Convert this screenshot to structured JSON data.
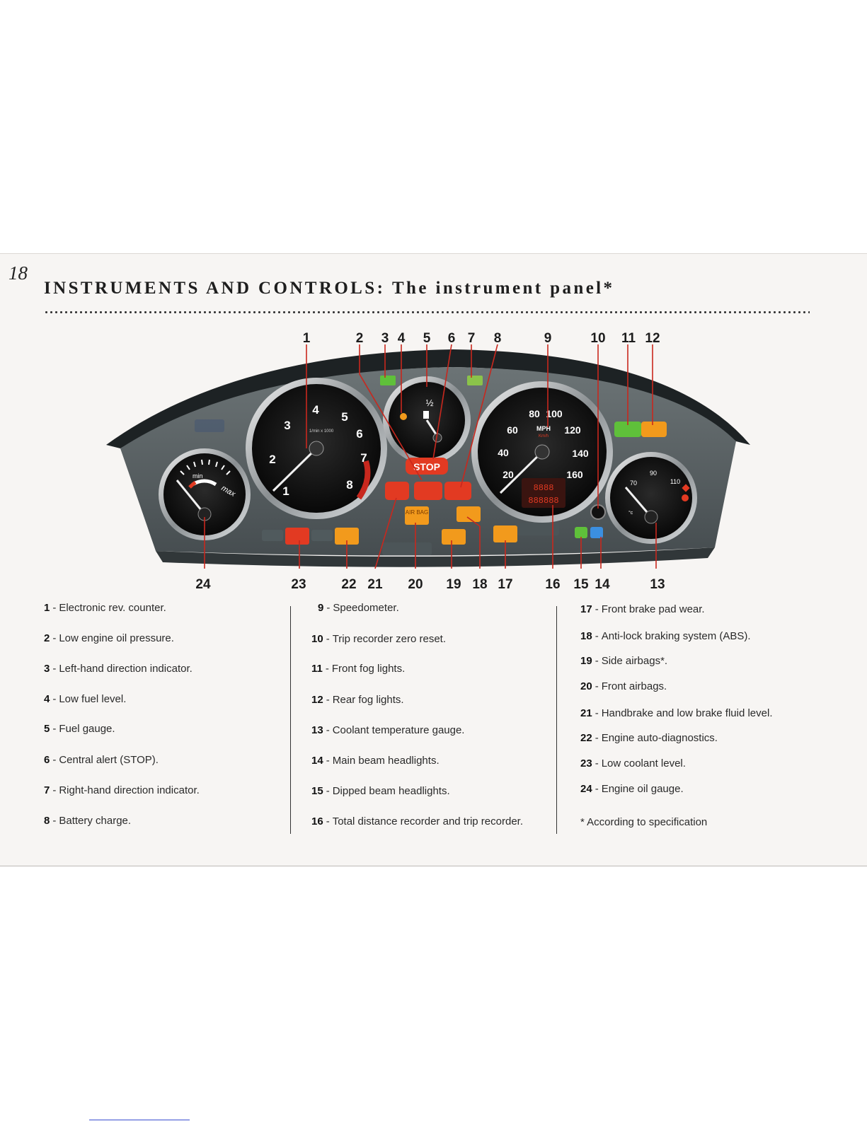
{
  "page": {
    "number": "18",
    "title_bold": "INSTRUMENTS AND CONTROLS:",
    "title_rest": "The instrument panel*"
  },
  "callouts": {
    "top": [
      "1",
      "2",
      "3",
      "4",
      "5",
      "6",
      "7",
      "8",
      "9",
      "10",
      "11",
      "12"
    ],
    "bottom": [
      "24",
      "23",
      "22",
      "21",
      "20",
      "19",
      "18",
      "17",
      "16",
      "15",
      "14",
      "13"
    ]
  },
  "dash": {
    "rev_counter": {
      "scale": [
        "1",
        "2",
        "3",
        "4",
        "5",
        "6",
        "7",
        "8"
      ],
      "unit": "1/min x 1000"
    },
    "fuel_gauge": {
      "half": "½"
    },
    "stop_label": "STOP",
    "speedometer": {
      "mph_scale": [
        "20",
        "40",
        "60",
        "80",
        "100",
        "120",
        "140",
        "160"
      ],
      "unit": "MPH",
      "unit_sub": "Km/h",
      "display_top": "8888",
      "display_bottom": "888888"
    },
    "oil_gauge": {
      "min": "min",
      "max": "max"
    },
    "coolant_gauge": {
      "scale": [
        "70",
        "90",
        "110"
      ],
      "unit": "°c"
    },
    "airbag_label": "AIR BAG"
  },
  "legend": {
    "col1": [
      {
        "num": "1",
        "text": "Electronic rev. counter."
      },
      {
        "num": "2",
        "text": "Low engine oil pressure."
      },
      {
        "num": "3",
        "text": "Left-hand direction indicator."
      },
      {
        "num": "4",
        "text": "Low fuel level."
      },
      {
        "num": "5",
        "text": "Fuel gauge."
      },
      {
        "num": "6",
        "text": "Central alert (STOP)."
      },
      {
        "num": "7",
        "text": "Right-hand direction indicator."
      },
      {
        "num": "8",
        "text": "Battery charge."
      }
    ],
    "col2": [
      {
        "num": "9",
        "text": "Speedometer."
      },
      {
        "num": "10",
        "text": "Trip recorder zero reset."
      },
      {
        "num": "11",
        "text": "Front fog lights."
      },
      {
        "num": "12",
        "text": "Rear fog lights."
      },
      {
        "num": "13",
        "text": "Coolant temperature gauge."
      },
      {
        "num": "14",
        "text": "Main beam headlights."
      },
      {
        "num": "15",
        "text": "Dipped beam headlights."
      },
      {
        "num": "16",
        "text": "Total distance recorder and trip recorder."
      }
    ],
    "col3": [
      {
        "num": "17",
        "text": "Front brake pad wear."
      },
      {
        "num": "18",
        "text": "Anti-lock braking system (ABS)."
      },
      {
        "num": "19",
        "text": "Side airbags*."
      },
      {
        "num": "20",
        "text": "Front airbags."
      },
      {
        "num": "21",
        "text": "Handbrake and low brake fluid level."
      },
      {
        "num": "22",
        "text": "Engine auto-diagnostics."
      },
      {
        "num": "23",
        "text": "Low coolant level."
      },
      {
        "num": "24",
        "text": "Engine oil gauge."
      }
    ],
    "footnote": "* According to specification"
  },
  "colors": {
    "warning_red": "#e23a22",
    "warning_amber": "#f29a1c",
    "indicator_green": "#5fc03a",
    "indicator_blue": "#3b8fe0",
    "dash_grey": "#5b6466",
    "callout_line": "#c8281e"
  }
}
